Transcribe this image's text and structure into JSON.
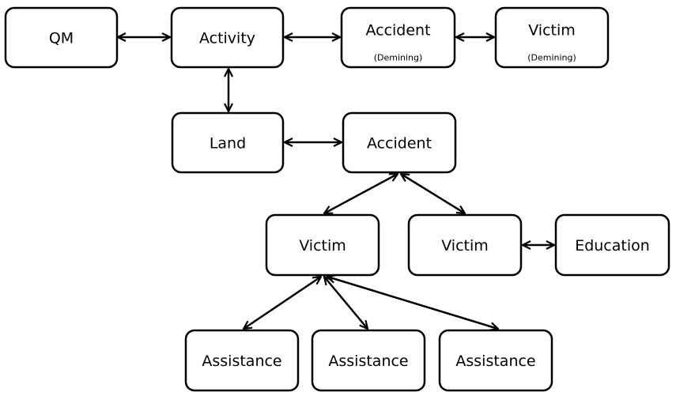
{
  "diagram": {
    "nodes": [
      {
        "id": "qm",
        "label": "QM",
        "sublabel": ""
      },
      {
        "id": "activity",
        "label": "Activity",
        "sublabel": ""
      },
      {
        "id": "accident-demining",
        "label": "Accident",
        "sublabel": "(Demining)"
      },
      {
        "id": "victim-demining",
        "label": "Victim",
        "sublabel": "(Demining)"
      },
      {
        "id": "land",
        "label": "Land",
        "sublabel": ""
      },
      {
        "id": "accident",
        "label": "Accident",
        "sublabel": ""
      },
      {
        "id": "victim-1",
        "label": "Victim",
        "sublabel": ""
      },
      {
        "id": "victim-2",
        "label": "Victim",
        "sublabel": ""
      },
      {
        "id": "education",
        "label": "Education",
        "sublabel": ""
      },
      {
        "id": "assistance-1",
        "label": "Assistance",
        "sublabel": ""
      },
      {
        "id": "assistance-2",
        "label": "Assistance",
        "sublabel": ""
      },
      {
        "id": "assistance-3",
        "label": "Assistance",
        "sublabel": ""
      }
    ],
    "edges": [
      {
        "from": "qm",
        "to": "activity",
        "direction": "both"
      },
      {
        "from": "activity",
        "to": "accident-demining",
        "direction": "both"
      },
      {
        "from": "accident-demining",
        "to": "victim-demining",
        "direction": "both"
      },
      {
        "from": "activity",
        "to": "land",
        "direction": "both"
      },
      {
        "from": "land",
        "to": "accident",
        "direction": "both"
      },
      {
        "from": "accident",
        "to": "victim-1",
        "direction": "both"
      },
      {
        "from": "accident",
        "to": "victim-2",
        "direction": "both"
      },
      {
        "from": "victim-2",
        "to": "education",
        "direction": "both"
      },
      {
        "from": "victim-1",
        "to": "assistance-1",
        "direction": "both"
      },
      {
        "from": "victim-1",
        "to": "assistance-2",
        "direction": "both"
      },
      {
        "from": "victim-1",
        "to": "assistance-3",
        "direction": "both"
      }
    ]
  }
}
